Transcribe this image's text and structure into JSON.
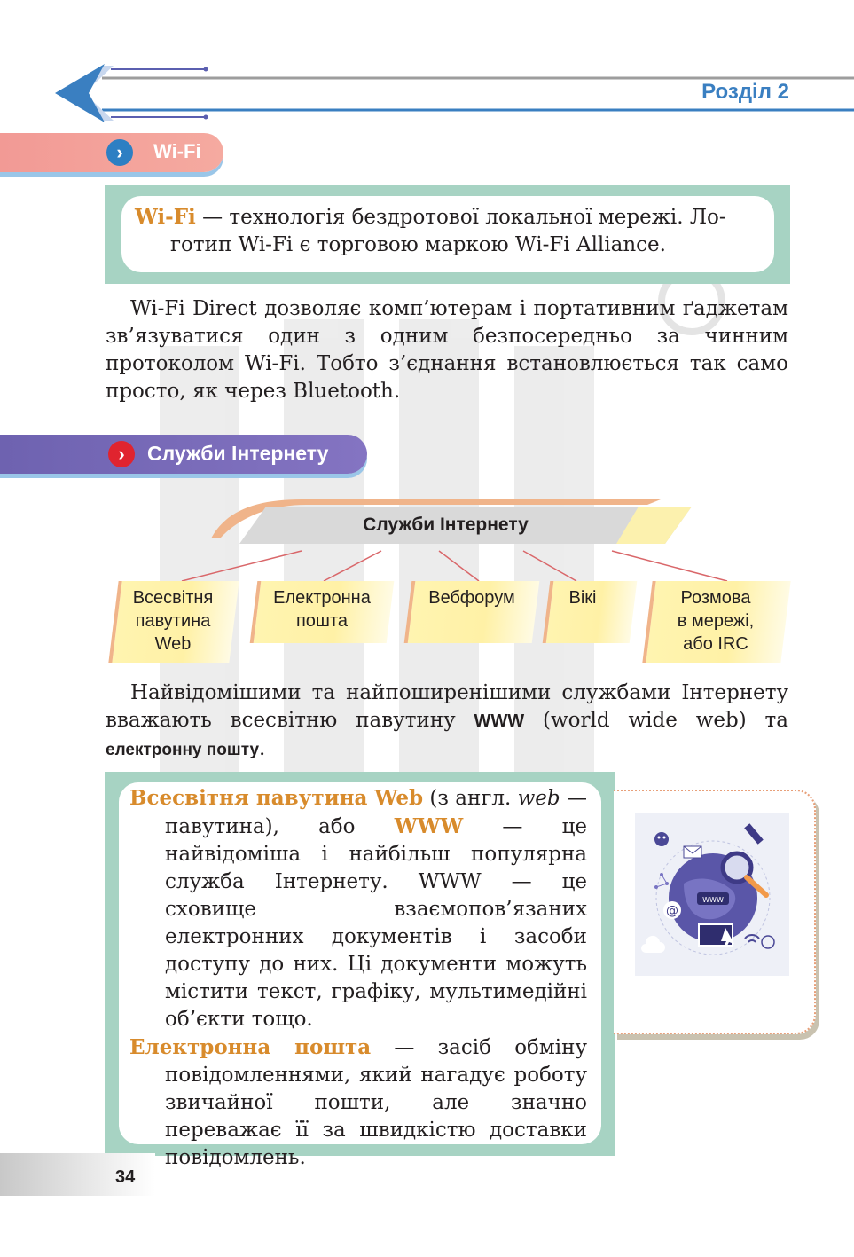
{
  "header": {
    "chapter": "Розділ 2"
  },
  "section_wifi": {
    "title": "Wi-Fi",
    "definition_term": "Wi-Fi",
    "definition_text": " — технологія бездротової локальної мережі. Логотип Wi-Fi є торговою маркою Wi-Fi Alliance.",
    "definition_line1_rest": " — технологія бездротової локальної мережі. Ло-",
    "definition_line2": "готип Wi-Fi є торговою маркою Wi-Fi Alliance.",
    "paragraph": "Wi-Fi Direct дозволяє комп’ютерам і портативним ґаджетам зв’язуватися один з одним безпосередньо за чинним протоколом Wi-Fi. Тобто з’єднання встановлюється так само просто, як через Bluetooth."
  },
  "section_services": {
    "title": "Служби Інтернету",
    "diagram": {
      "root": "Служби Інтернету",
      "nodes": [
        {
          "label": "Всесвітня павутина Web",
          "lines": [
            "Всесвітня",
            "павутина",
            "Web"
          ]
        },
        {
          "label": "Електронна пошта",
          "lines": [
            "Електронна",
            "пошта"
          ]
        },
        {
          "label": "Вебфорум",
          "lines": [
            "Вебфорум"
          ]
        },
        {
          "label": "Вікі",
          "lines": [
            "Вікі"
          ]
        },
        {
          "label": "Розмова в мережі, або IRC",
          "lines": [
            "Розмова",
            "в мережі,",
            "або IRC"
          ]
        }
      ]
    },
    "paragraph_part1": "Найвідомішими та найпоширенішими службами Інтернету вважають всесвітню павутину ",
    "paragraph_www": "WWW",
    "paragraph_part2": " (world wide web) та ",
    "paragraph_email": "електронну пошту",
    "paragraph_end": "."
  },
  "definitions": {
    "web_term": "Всесвітня павутина Web",
    "web_text1": " (з англ. ",
    "web_italic": "web",
    "web_text2": " — павутина), або ",
    "web_www": "WWW",
    "web_text3": " — це найвідоміша і найбільш популярна служба Інтернету. WWW — це сховище взаємопов’язаних електронних документів і засоби доступу до них. Ці документи можуть містити текст, графіку, мультимедійні об’єкти тощо.",
    "email_term": "Електронна пошта",
    "email_text": " — засіб обміну повідомленнями, який нагадує роботу звичайної пошти, але значно переважає її за швидкістю доставки повідомлень."
  },
  "illustration": {
    "badge": "WWW",
    "at_symbol": "@"
  },
  "footer": {
    "page_number": "34"
  },
  "colors": {
    "accent_blue": "#3a7fc1",
    "wifi_bar": "#f29a95",
    "services_bar": "#7564b3",
    "term_orange": "#d88b2c",
    "box_green": "#a7d3c3"
  }
}
